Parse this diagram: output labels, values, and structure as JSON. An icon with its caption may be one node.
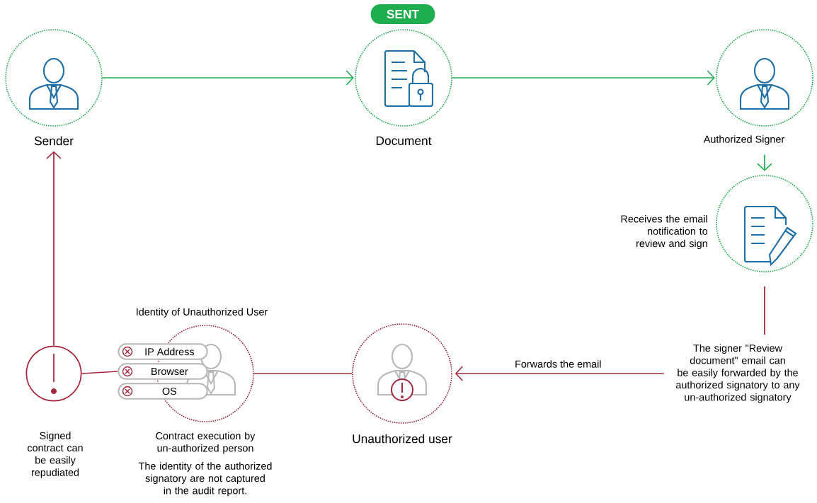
{
  "diagram": {
    "nodes": [
      {
        "text": [
          "SENT"
        ]
      },
      {
        "text": [
          "Sender"
        ]
      },
      {
        "text": [
          "Document"
        ]
      },
      {
        "text": [
          "Authorized Signer"
        ]
      },
      {
        "text": [],
        "shape": "circle",
        "beside": [
          "Receives the email notification to review and sign"
        ]
      },
      {
        "text": [
          "The signer \"Review document\" email can be easily forwarded by the authorized signatory to any un-authorized signatory"
        ]
      },
      {
        "text": [
          "Unauthorized user"
        ]
      },
      {
        "text": [
          "Identity of Unauthorized User",
          "Contract execution by un-authorized person",
          "The identity of the authorized signatory are not captured in the audit report."
        ]
      },
      {
        "text": [
          "IP Address"
        ]
      },
      {
        "text": [
          "Browser"
        ]
      },
      {
        "text": [
          "OS"
        ]
      },
      {
        "text": [
          "Signed contract can be easily repudiated"
        ]
      }
    ],
    "edges": [
      {
        "from": 1,
        "to": 2,
        "arrow": "to",
        "color": "#1fae4f"
      },
      {
        "from": 2,
        "to": 3,
        "arrow": "to",
        "color": "#1fae4f"
      },
      {
        "from": 3,
        "to": 4,
        "arrow": "to",
        "color": "#1fae4f"
      },
      {
        "from": 4,
        "to": 5,
        "arrow": "none"
      },
      {
        "from": 5,
        "to": 6,
        "arrow": "to",
        "label": "Forwards the email"
      },
      {
        "from": 6,
        "to": 7,
        "arrow": "none"
      },
      {
        "from": 9,
        "to": 11,
        "arrow": "none"
      },
      {
        "from": 11,
        "to": 1,
        "arrow": "to"
      }
    ]
  }
}
